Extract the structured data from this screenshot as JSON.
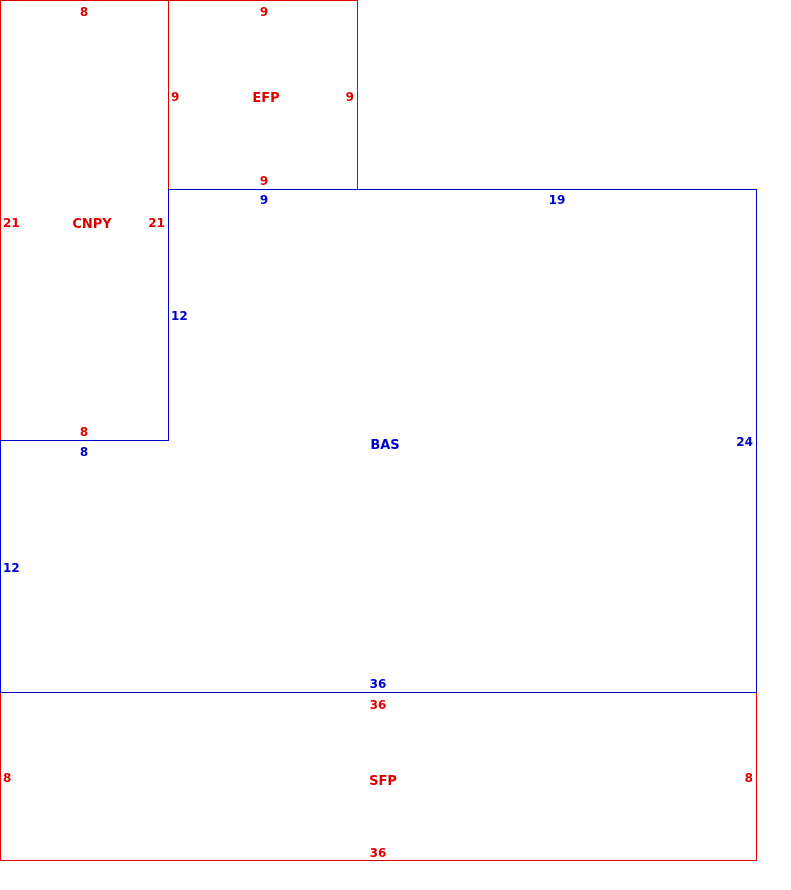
{
  "colors": {
    "main_area": "#0000cc",
    "sub_area": "#e00000",
    "background": "#ffffff"
  },
  "areas": {
    "bas": {
      "code": "BAS",
      "dims": {
        "top_left": "9",
        "top_right": "19",
        "right": "24",
        "bottom": "36",
        "left": "12",
        "notch_bottom": "8",
        "notch_side": "12"
      }
    },
    "cnpy": {
      "code": "CNPY",
      "dims": {
        "top": "8",
        "left": "21",
        "right": "21",
        "bottom": "8"
      }
    },
    "efp": {
      "code": "EFP",
      "dims": {
        "top": "9",
        "left": "9",
        "right": "9",
        "bottom": "9"
      }
    },
    "sfp": {
      "code": "SFP",
      "dims": {
        "top": "36",
        "left": "8",
        "right": "8",
        "bottom": "36"
      }
    }
  }
}
